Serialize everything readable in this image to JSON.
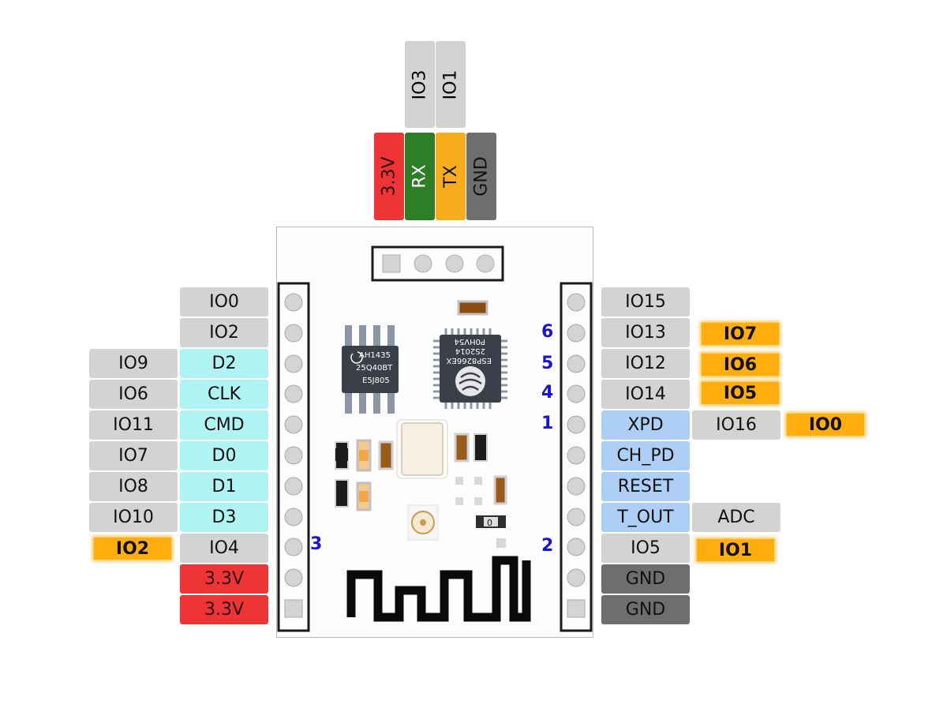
{
  "top_labels": {
    "upper": [
      "IO3",
      "IO1"
    ],
    "lower": [
      "3.3V",
      "RX",
      "TX",
      "GND"
    ]
  },
  "left_inner": [
    "IO0",
    "IO2",
    "D2",
    "CLK",
    "CMD",
    "D0",
    "D1",
    "D3",
    "IO4",
    "3.3V",
    "3.3V"
  ],
  "left_outer": [
    "IO9",
    "IO6",
    "IO11",
    "IO7",
    "IO8",
    "IO10"
  ],
  "left_highlight": "IO2",
  "right_inner": [
    "IO15",
    "IO13",
    "IO12",
    "IO14",
    "XPD",
    "CH_PD",
    "RESET",
    "T_OUT",
    "IO5",
    "GND",
    "GND"
  ],
  "right_outer": [
    "IO16",
    "ADC"
  ],
  "right_highlight": [
    "IO7",
    "IO6",
    "IO5",
    "IO0",
    "IO1"
  ],
  "pin_numbers": [
    "6",
    "5",
    "4",
    "1",
    "2",
    "3"
  ],
  "chips": {
    "flash": [
      "AH1435",
      "25Q40BT",
      "E5J805"
    ],
    "mcu": [
      "ESP8266EX",
      "2S2014",
      "P0HV54"
    ],
    "resistor": "0"
  },
  "colors": {
    "gpio": "#d3d3d3",
    "flash_pins": "#b0f3f3",
    "control": "#aecff5",
    "power": "#ee3434",
    "ground": "#6e6e6e",
    "rx": "#2c7f26",
    "tx": "#f8ad1c",
    "highlight": "#ffae0d",
    "pin_number": "#1c12d6"
  }
}
